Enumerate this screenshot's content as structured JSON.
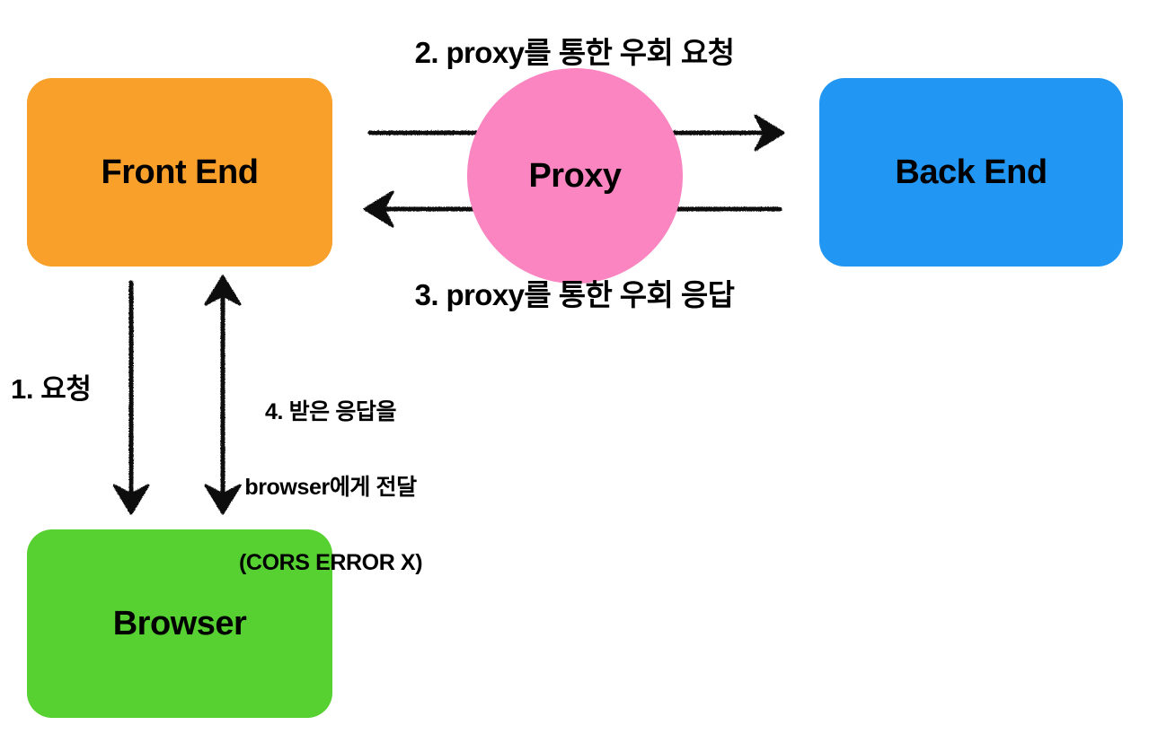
{
  "diagram": {
    "title": "Proxy CORS bypass flow diagram",
    "nodes": [
      {
        "id": "front-end",
        "label": "Front End",
        "color": "#F9A02B",
        "shape": "rounded-rect"
      },
      {
        "id": "proxy",
        "label": "Proxy",
        "color": "#FA85C0",
        "shape": "circle"
      },
      {
        "id": "back-end",
        "label": "Back End",
        "color": "#2196F3",
        "shape": "rounded-rect"
      },
      {
        "id": "browser",
        "label": "Browser",
        "color": "#57D032",
        "shape": "rounded-rect"
      }
    ],
    "annotations": {
      "step1": "1. 요청",
      "step2": "2. proxy를 통한 우회 요청",
      "step3": "3. proxy를 통한 우회 응답",
      "step4_line1": "4. 받은 응답을",
      "step4_line2": "browser에게 전달",
      "step4_line3": "(CORS ERROR X)"
    },
    "edges": [
      {
        "id": "edge-frontend-to-backend",
        "from": "front-end",
        "to": "back-end",
        "direction": "right",
        "heads": 1,
        "label_ref": "step2"
      },
      {
        "id": "edge-backend-to-frontend",
        "from": "back-end",
        "to": "front-end",
        "direction": "left",
        "heads": 1,
        "label_ref": "step3"
      },
      {
        "id": "edge-frontend-to-browser",
        "from": "front-end",
        "to": "browser",
        "direction": "down",
        "heads": 1,
        "label_ref": "step1"
      },
      {
        "id": "edge-frontend-browser-bidirectional",
        "from": "browser",
        "to": "front-end",
        "direction": "both",
        "heads": 2,
        "label_ref": "step4"
      }
    ],
    "stroke_color": "#111111",
    "background_color": "#FFFFFF"
  }
}
